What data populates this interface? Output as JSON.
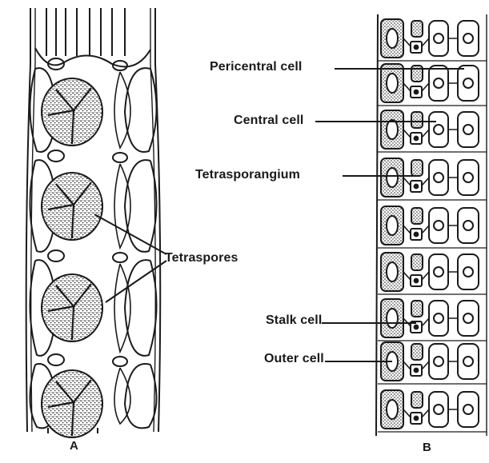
{
  "figure": {
    "panel_a": {
      "letter": "A",
      "label_tetraspores": "Tetraspores"
    },
    "panel_b": {
      "letter": "B",
      "labels": {
        "pericentral": "Pericentral cell",
        "central": "Central cell",
        "tetrasporangium": "Tetrasporangium",
        "stalk": "Stalk cell",
        "outer": "Outer cell"
      }
    },
    "colors": {
      "ink": "#1a1a1a",
      "background": "#ffffff"
    }
  }
}
